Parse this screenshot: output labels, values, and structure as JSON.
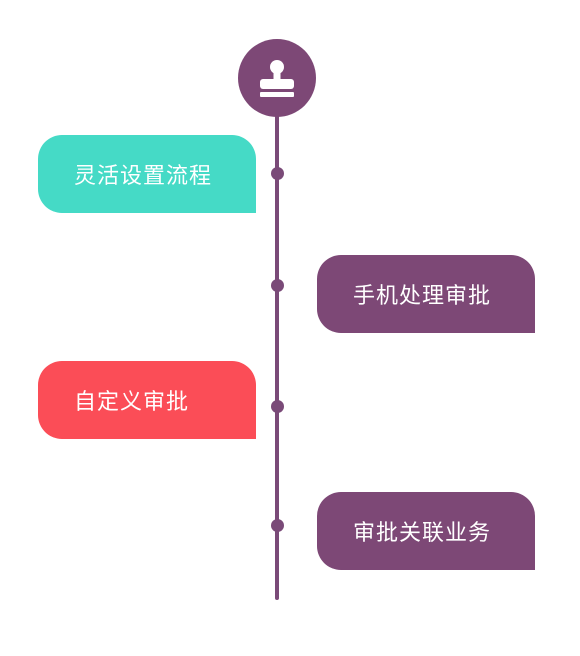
{
  "colors": {
    "line": "#7a4a78",
    "badge": "#7d4876",
    "badge_icon": "#ffffff",
    "dot": "#7a4a78",
    "step_colors": [
      "#45dac6",
      "#7d4876",
      "#fb4d57",
      "#7d4876"
    ]
  },
  "header": {
    "icon": "stamp-icon"
  },
  "steps": [
    {
      "label": "灵活设置流程",
      "side": "left"
    },
    {
      "label": "手机处理审批",
      "side": "right"
    },
    {
      "label": "自定义审批",
      "side": "left"
    },
    {
      "label": "审批关联业务",
      "side": "right"
    }
  ]
}
